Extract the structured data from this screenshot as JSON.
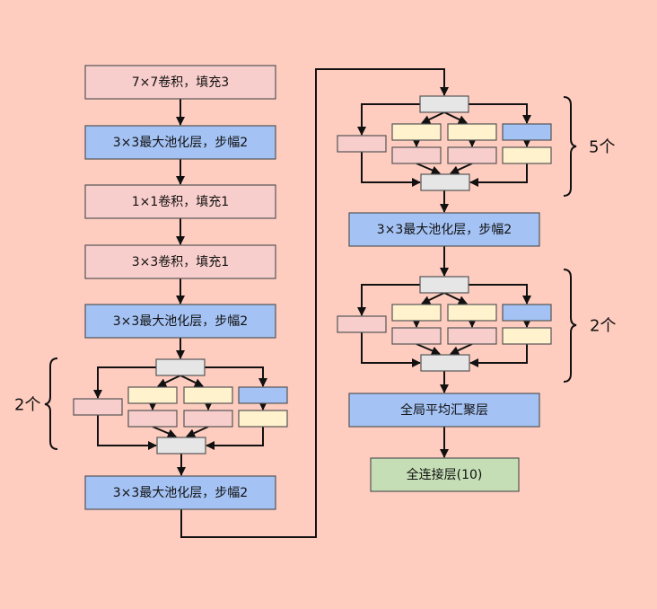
{
  "colors": {
    "background": "#FFCDC0",
    "conv": "#F8CECC",
    "pool": "#A4C2F4",
    "yellow": "#FFF2CC",
    "concat": "#E6E6E6",
    "fc": "#C5DEB5",
    "border": "#555555",
    "line": "#111111"
  },
  "left_column": {
    "conv7": "7×7卷积，填充3",
    "pool1": "3×3最大池化层，步幅2",
    "conv1": "1×1卷积，填充1",
    "conv3": "3×3卷积，填充1",
    "pool2": "3×3最大池化层，步幅2",
    "inception_repeat": "2个",
    "pool3": "3×3最大池化层，步幅2"
  },
  "right_column": {
    "inception_repeat_a": "5个",
    "pool4": "3×3最大池化层，步幅2",
    "inception_repeat_b": "2个",
    "gap": "全局平均汇聚层",
    "fc": "全连接层(10)"
  }
}
